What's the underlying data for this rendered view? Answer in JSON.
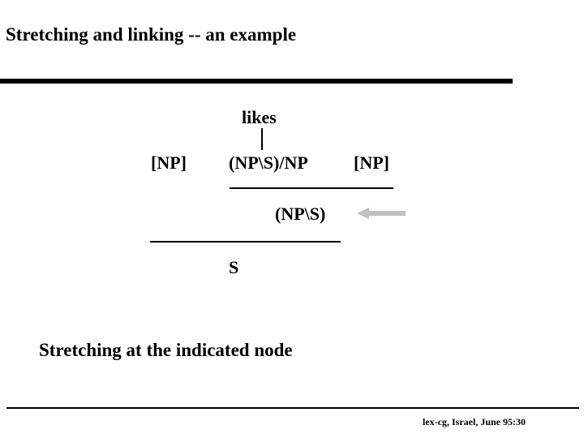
{
  "slide": {
    "title": "Stretching and linking -- an example",
    "caption": "Stretching at the indicated node",
    "footer": "lex-cg, Israel, June 95:30"
  },
  "tree": {
    "word": "likes",
    "left_np": "[NP]",
    "verb_category": "(NP\\S)/NP",
    "right_np": "[NP]",
    "intermediate_category": "(NP\\S)",
    "root": "S"
  },
  "icons": {
    "left_arrow": "left-arrow"
  },
  "colors": {
    "text": "#000000",
    "rule": "#000000",
    "arrow": "#c0c0c0"
  }
}
